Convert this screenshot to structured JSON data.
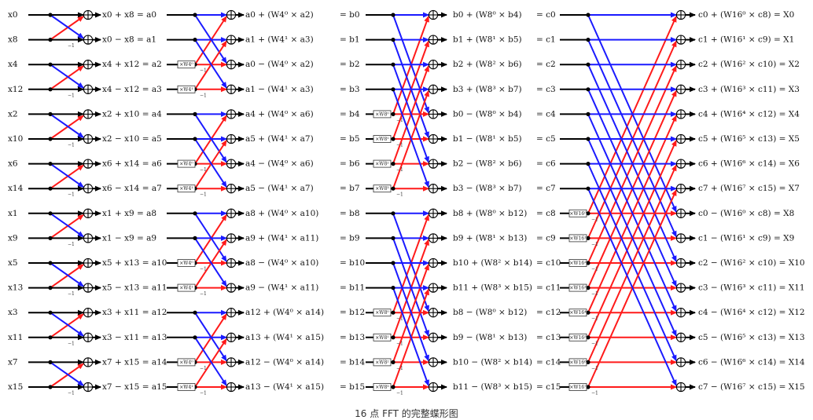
{
  "caption": "16 点 FFT 的完整蝶形图",
  "colors": {
    "upper": "#1a1aff",
    "lower": "#ff1a1a",
    "wire": "#000000"
  },
  "inputs": [
    "x0",
    "x8",
    "x4",
    "x12",
    "x2",
    "x10",
    "x6",
    "x14",
    "x1",
    "x9",
    "x5",
    "x13",
    "x3",
    "x11",
    "x7",
    "x15"
  ],
  "stage1_labels": [
    "x0 + x8 = a0",
    "x0 − x8 = a1",
    "x4 + x12 = a2",
    "x4 − x12 = a3",
    "x2 + x10 = a4",
    "x2 − x10 = a5",
    "x6 + x14 = a6",
    "x6 − x14 = a7",
    "x1 + x9 = a8",
    "x1 − x9 = a9",
    "x5 + x13 = a10",
    "x5 − x13 = a11",
    "x3 + x11 = a12",
    "x3 − x11 = a13",
    "x7 + x15 = a14",
    "x7 − x15 = a15"
  ],
  "stage2_labels": [
    "a0 + (W4⁰ × a2)",
    "a1 + (W4¹ × a3)",
    "a0 − (W4⁰ × a2)",
    "a1 − (W4¹ × a3)",
    "a4 + (W4⁰ × a6)",
    "a5 + (W4¹ × a7)",
    "a4 − (W4⁰ × a6)",
    "a5 − (W4¹ × a7)",
    "a8 + (W4⁰ × a10)",
    "a9 + (W4¹ × a11)",
    "a8 − (W4⁰ × a10)",
    "a9 − (W4¹ × a11)",
    "a12 + (W4⁰ × a14)",
    "a13 + (W4¹ × a15)",
    "a12 − (W4⁰ × a14)",
    "a13 − (W4¹ × a15)"
  ],
  "b_labels": [
    "= b0",
    "= b1",
    "= b2",
    "= b3",
    "= b4",
    "= b5",
    "= b6",
    "= b7",
    "= b8",
    "= b9",
    "= b10",
    "= b11",
    "= b12",
    "= b13",
    "= b14",
    "= b15"
  ],
  "stage3_labels": [
    "b0 + (W8⁰ × b4)",
    "b1 + (W8¹ × b5)",
    "b2 + (W8² × b6)",
    "b3 + (W8³ × b7)",
    "b0 − (W8⁰ × b4)",
    "b1 − (W8¹ × b5)",
    "b2 − (W8² × b6)",
    "b3 − (W8³ × b7)",
    "b8 + (W8⁰ × b12)",
    "b9 + (W8¹ × b13)",
    "b10 + (W8² × b14)",
    "b11 + (W8³ × b15)",
    "b8 − (W8⁰ × b12)",
    "b9 − (W8¹ × b13)",
    "b10 − (W8² × b14)",
    "b11 − (W8³ × b15)"
  ],
  "c_labels": [
    "= c0",
    "= c1",
    "= c2",
    "= c3",
    "= c4",
    "= c5",
    "= c6",
    "= c7",
    "= c8",
    "= c9",
    "= c10",
    "= c11",
    "= c12",
    "= c13",
    "= c14",
    "= c15"
  ],
  "stage4_labels": [
    "c0 + (W16⁰ × c8) = X0",
    "c1 + (W16¹ × c9) = X1",
    "c2 + (W16² × c10) = X2",
    "c3 + (W16³ × c11) = X3",
    "c4 + (W16⁴ × c12) = X4",
    "c5 + (W16⁵ × c13) = X5",
    "c6 + (W16⁶ × c14) = X6",
    "c7 + (W16⁷ × c15) = X7",
    "c0 − (W16⁰ × c8) = X8",
    "c1 − (W16¹ × c9) = X9",
    "c2 − (W16² × c10) = X10",
    "c3 − (W16³ × c11) = X11",
    "c4 − (W16⁴ × c12) = X12",
    "c5 − (W16⁵ × c13) = X13",
    "c6 − (W16⁶ × c14) = X14",
    "c7 − (W16⁷ × c15) = X15"
  ],
  "stage2_multipliers": {
    "2": "×W4⁰",
    "3": "×W4¹",
    "6": "×W4⁰",
    "7": "×W4¹",
    "10": "×W4⁰",
    "11": "×W4¹",
    "14": "×W4⁰",
    "15": "×W4¹"
  },
  "stage3_multipliers": {
    "4": "×W8⁰",
    "5": "×W8¹",
    "6": "×W8²",
    "7": "×W8³",
    "12": "×W8⁰",
    "13": "×W8¹",
    "14": "×W8²",
    "15": "×W8³"
  },
  "stage4_multipliers": {
    "8": "×W16⁰",
    "9": "×W16¹",
    "10": "×W16²",
    "11": "×W16³",
    "12": "×W16⁴",
    "13": "×W16⁵",
    "14": "×W16⁶",
    "15": "×W16⁷"
  },
  "negation_mark": "−1"
}
